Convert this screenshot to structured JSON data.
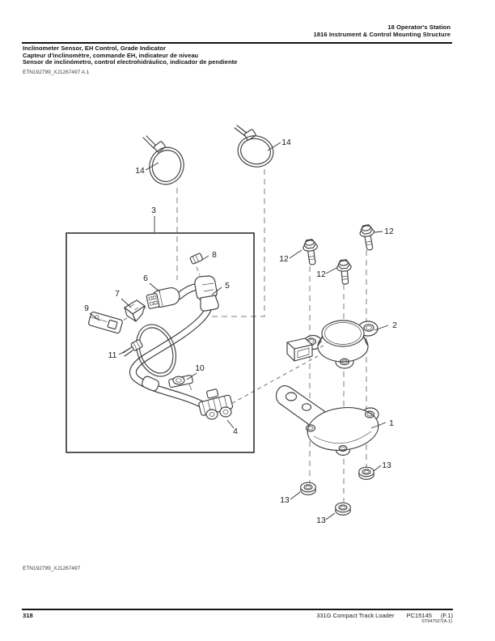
{
  "header": {
    "section_line1": "18 Operator's Station",
    "section_line2": "1816 Instrument & Control Mounting Structure"
  },
  "title_block": {
    "line_en": "Inclinometer Sensor, EH Control, Grade Indicator",
    "line_fr": "Capteur d'inclinomètre, commande EH, indicateur de niveau",
    "line_es": "Sensor de inclinómetro, control electrohidráulico, indicador de pendiente",
    "figure_ref": "ETN192799_XJ1267497 A.1"
  },
  "figure": {
    "bottom_ref": "ETN192799_XJ1267497",
    "callouts": {
      "p1": "1",
      "p2": "2",
      "p3": "3",
      "p4": "4",
      "p5": "5",
      "p6": "6",
      "p7": "7",
      "p8": "8",
      "p9": "9",
      "p10": "10",
      "p11": "11",
      "p12a": "12",
      "p12b": "12",
      "p12c": "12",
      "p13a": "13",
      "p13b": "13",
      "p13c": "13",
      "p14a": "14",
      "p14b": "14"
    }
  },
  "footer": {
    "page_number": "318",
    "model": "331G Compact Track Loader",
    "catalog_number": "PC15145",
    "revision": "(F.1)",
    "sub_ref": "ST947027(A.1)"
  },
  "colors": {
    "line_art": "#3f3f3f",
    "dashed_line": "#9a9a9a",
    "text": "#111111",
    "background": "#ffffff"
  }
}
